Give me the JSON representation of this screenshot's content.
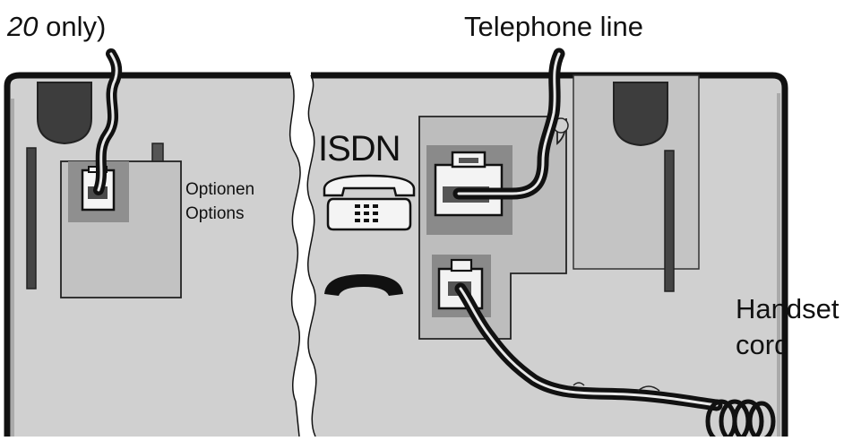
{
  "labels": {
    "top_left_prefix": "20",
    "top_left_suffix": " only)",
    "telephone_line": "Telephone line",
    "options_de": "Optionen",
    "options_en": "Options",
    "isdn": "ISDN",
    "handset_line1": "Handset",
    "handset_line2": "cord"
  },
  "icons": {
    "isdn_phone": "desk-telephone-icon",
    "handset": "handset-icon"
  },
  "colors": {
    "housing": "#d0d0d0",
    "outline": "#111111",
    "panel": "#c3c3c3",
    "socket_surround": "#8c8c8c",
    "dark_fill": "#444444",
    "cable": "#111111"
  }
}
